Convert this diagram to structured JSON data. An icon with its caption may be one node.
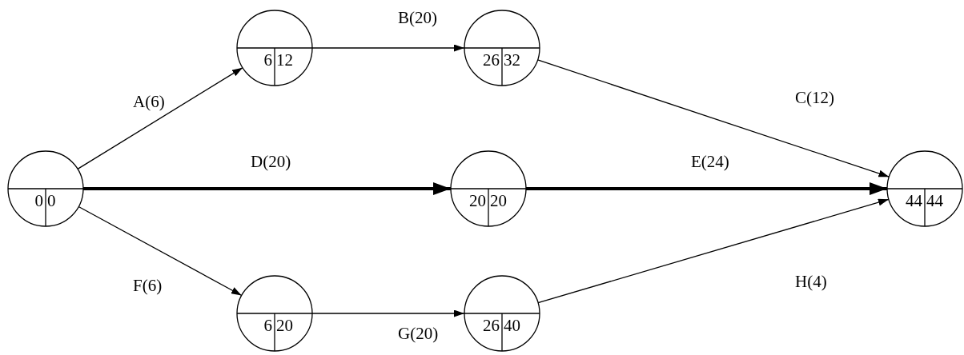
{
  "diagram": {
    "nodes": [
      {
        "text": [
          "0",
          "0"
        ]
      },
      {
        "text": [
          "6",
          "12"
        ]
      },
      {
        "text": [
          "26",
          "32"
        ]
      },
      {
        "text": [
          "20",
          "20"
        ]
      },
      {
        "text": [
          "44",
          "44"
        ]
      },
      {
        "text": [
          "6",
          "20"
        ]
      },
      {
        "text": [
          "26",
          "40"
        ]
      }
    ],
    "edges": [
      {
        "from": 0,
        "to": 1,
        "arrow": "to",
        "label": "A(6)"
      },
      {
        "from": 1,
        "to": 2,
        "arrow": "to",
        "label": "B(20)"
      },
      {
        "from": 2,
        "to": 4,
        "arrow": "to",
        "label": "C(12)"
      },
      {
        "from": 0,
        "to": 3,
        "arrow": "to",
        "label": "D(20)",
        "style": "thick"
      },
      {
        "from": 3,
        "to": 4,
        "arrow": "to",
        "label": "E(24)",
        "style": "thick"
      },
      {
        "from": 0,
        "to": 5,
        "arrow": "to",
        "label": "F(6)"
      },
      {
        "from": 5,
        "to": 6,
        "arrow": "to",
        "label": "G(20)"
      },
      {
        "from": 6,
        "to": 4,
        "arrow": "to",
        "label": "H(4)"
      }
    ]
  }
}
